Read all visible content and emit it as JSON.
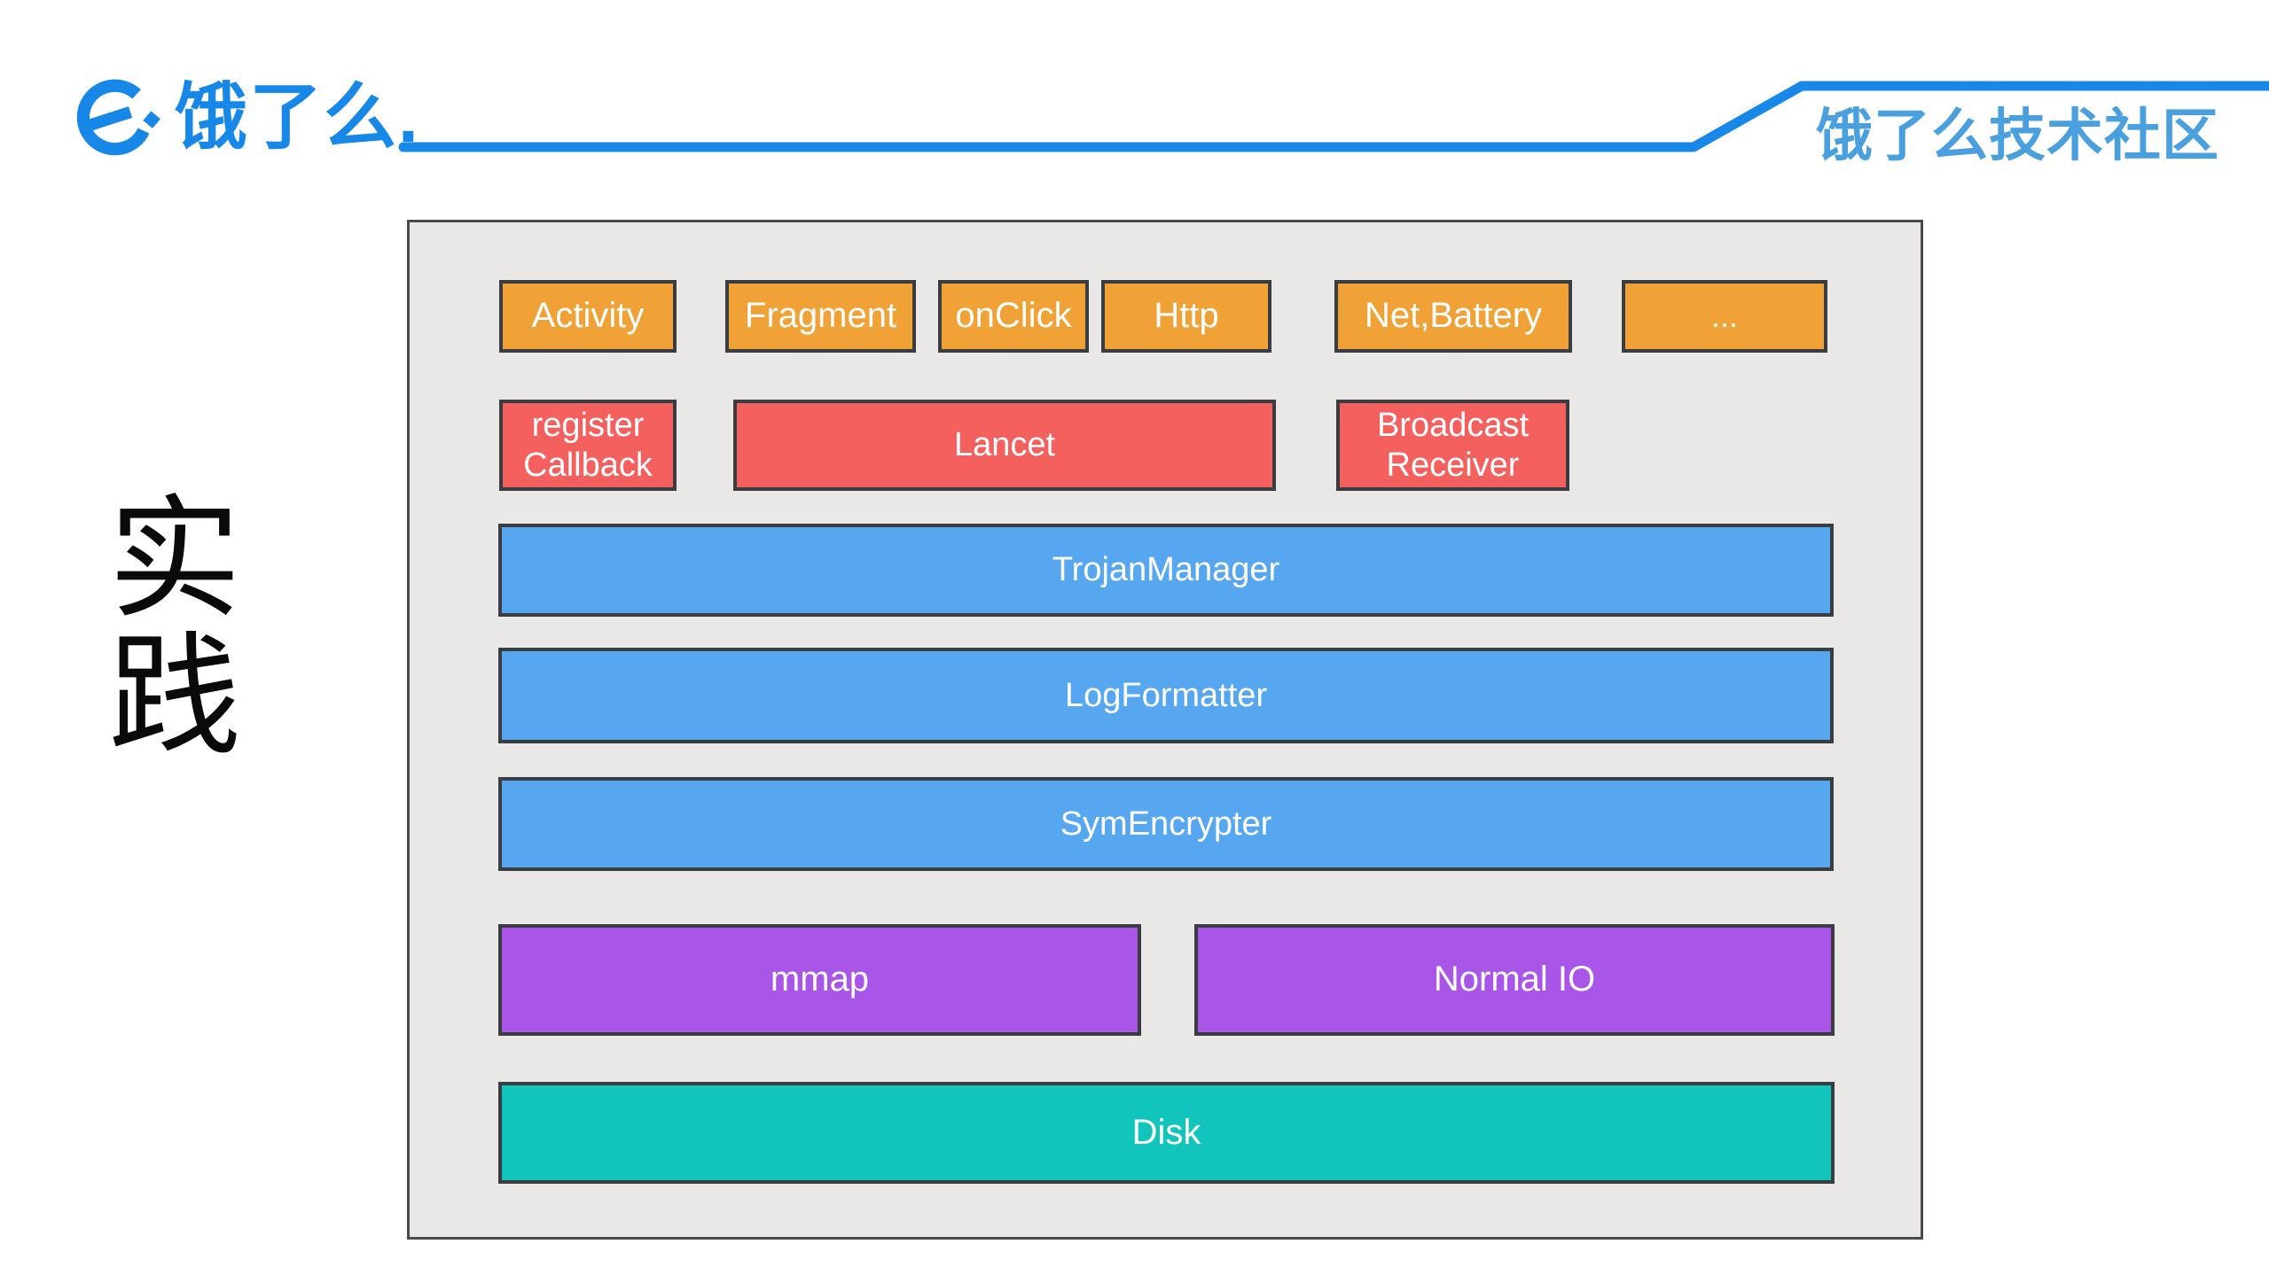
{
  "colors": {
    "brand-blue": "#1787e8",
    "community-blue": "#4aa0df",
    "orange": "#f0a236",
    "red": "#f4605e",
    "blue": "#57a7f0",
    "purple": "#a855e8",
    "teal": "#12c5bc",
    "panel-bg": "#e9e8e6",
    "panel-border": "#4a4a4a",
    "box-border": "#393d42",
    "box-text": "#ffffff",
    "side-title-color": "#0a0a0a"
  },
  "header": {
    "logo_text": "饿了么",
    "logo_period": ".",
    "community_label": "饿了么技术社区"
  },
  "side_title": "实践",
  "diagram": {
    "rows": {
      "hooks": {
        "labels": [
          "Activity",
          "Fragment",
          "onClick",
          "Http",
          "Net,Battery",
          "..."
        ]
      },
      "instrumentation": {
        "labels": [
          "register Callback",
          "Lancet",
          "Broadcast Receiver"
        ]
      },
      "managers": {
        "labels": [
          "TrojanManager",
          "LogFormatter",
          "SymEncrypter"
        ]
      },
      "io": {
        "labels": [
          "mmap",
          "Normal IO"
        ]
      },
      "storage": {
        "labels": [
          "Disk"
        ]
      }
    }
  }
}
